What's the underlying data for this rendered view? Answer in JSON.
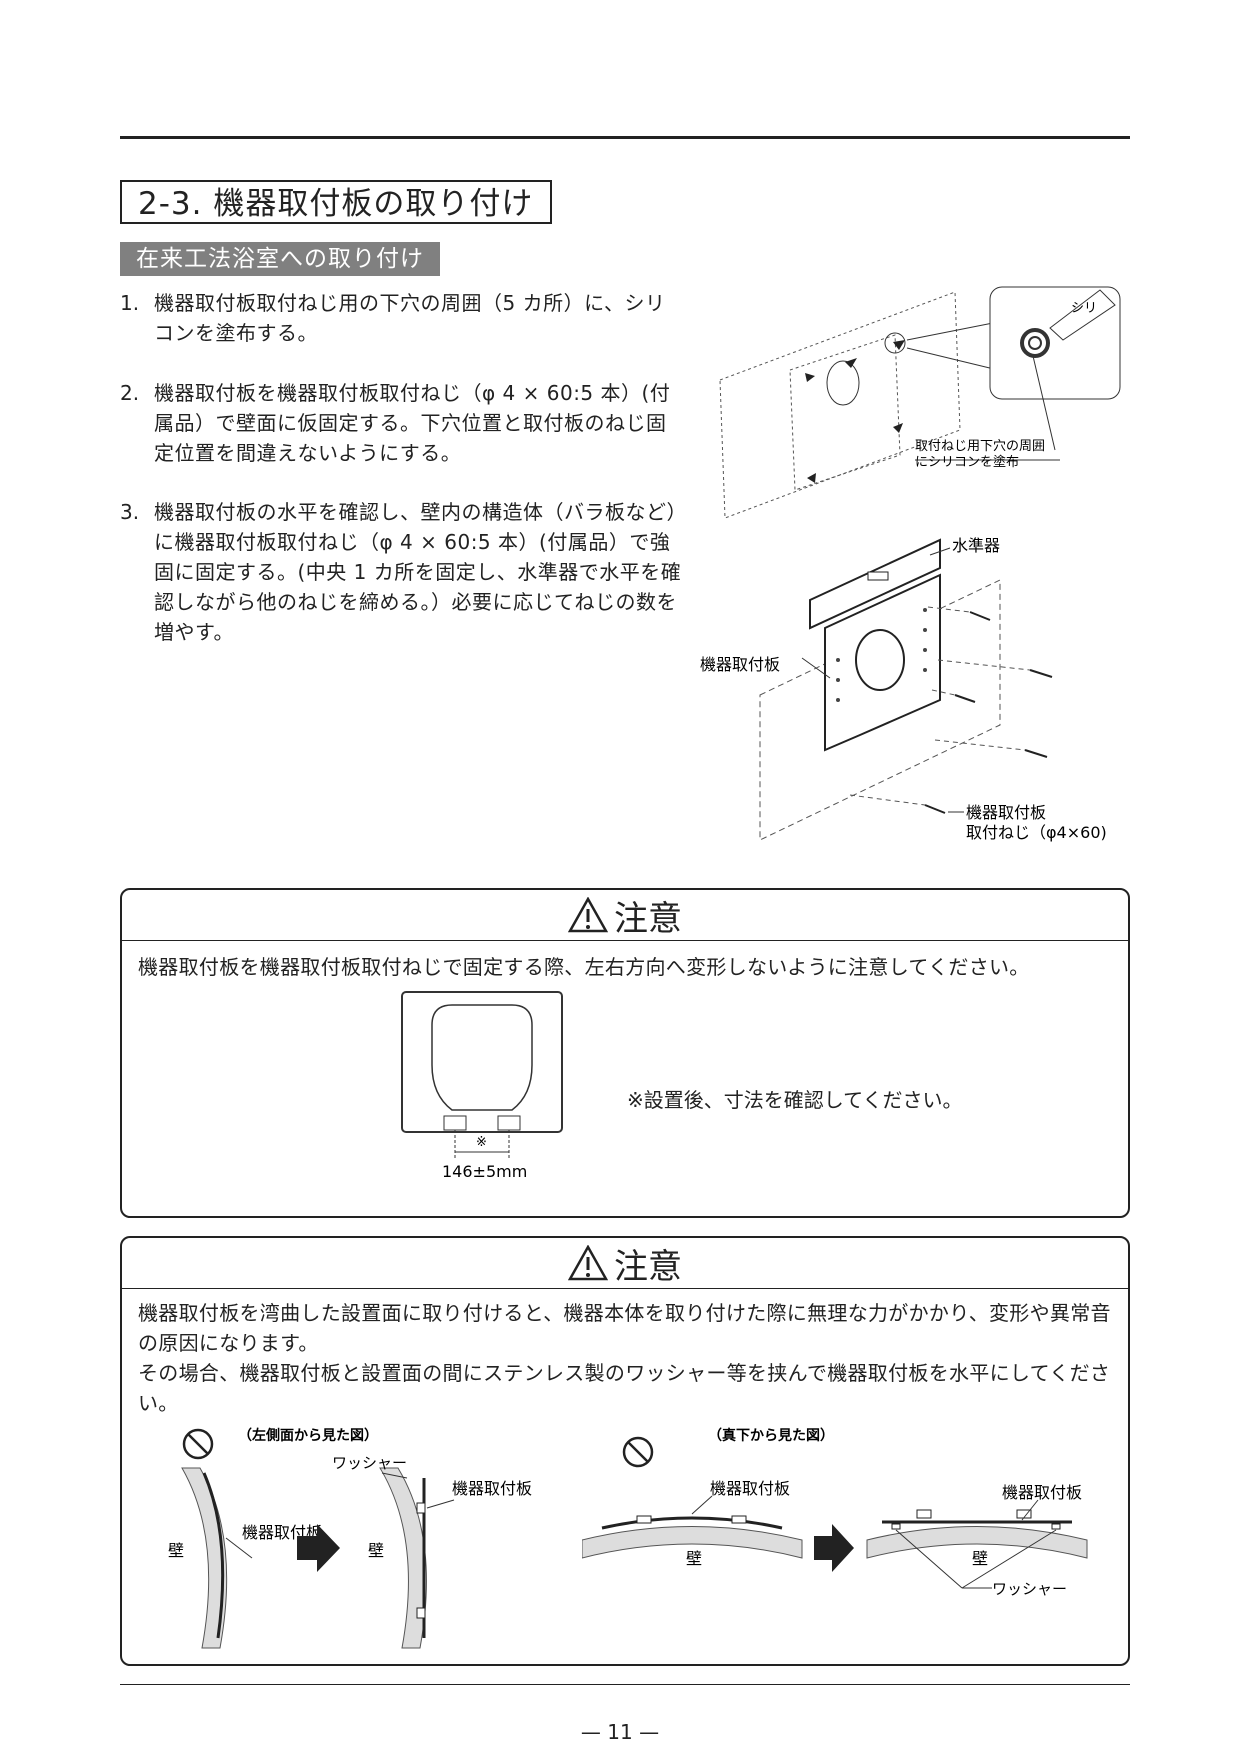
{
  "section_title": "2-3.  機器取付板の取り付け",
  "subsection_title": "在来工法浴室への取り付け",
  "steps": [
    {
      "num": "1.",
      "text": "機器取付板取付ねじ用の下穴の周囲（5 カ所）に、シリコンを塗布する。"
    },
    {
      "num": "2.",
      "text": "機器取付板を機器取付板取付ねじ（φ 4 × 60:5 本）(付属品）で壁面に仮固定する。下穴位置と取付板のねじ固定位置を間違えないようにする。"
    },
    {
      "num": "3.",
      "text": "機器取付板の水平を確認し、壁内の構造体（バラ板など）に機器取付板取付ねじ（φ 4 × 60:5 本）(付属品）で強固に固定する。(中央 1 カ所を固定し、水準器で水平を確認しながら他のねじを締める。）必要に応じてねじの数を増やす。"
    }
  ],
  "figure_top": {
    "callout_line1": "取付ねじ用下穴の周囲",
    "callout_line2": "にシリコンを塗布",
    "zoom_text": "シリ"
  },
  "figure_mid": {
    "level_label": "水準器",
    "plate_label": "機器取付板",
    "screw_label_line1": "機器取付板",
    "screw_label_line2": "取付ねじ（φ4×60)"
  },
  "caution1": {
    "heading": "注意",
    "text": "機器取付板を機器取付板取付ねじで固定する際、左右方向へ変形しないように注意してください。",
    "note": "※設置後、寸法を確認してください。",
    "mark": "※",
    "dimension": "146±5mm"
  },
  "caution2": {
    "heading": "注意",
    "text_line1": "機器取付板を湾曲した設置面に取り付けると、機器本体を取り付けた際に無理な力がかかり、変形や異常音の原因になります。",
    "text_line2": "その場合、機器取付板と設置面の間にステンレス製のワッシャー等を挟んで機器取付板を水平にしてください。",
    "left_view_title": "（左側面から見た図）",
    "bottom_view_title": "（真下から見た図）",
    "wall": "壁",
    "plate": "機器取付板",
    "washer": "ワッシャー"
  },
  "page_number": "— 11 —"
}
